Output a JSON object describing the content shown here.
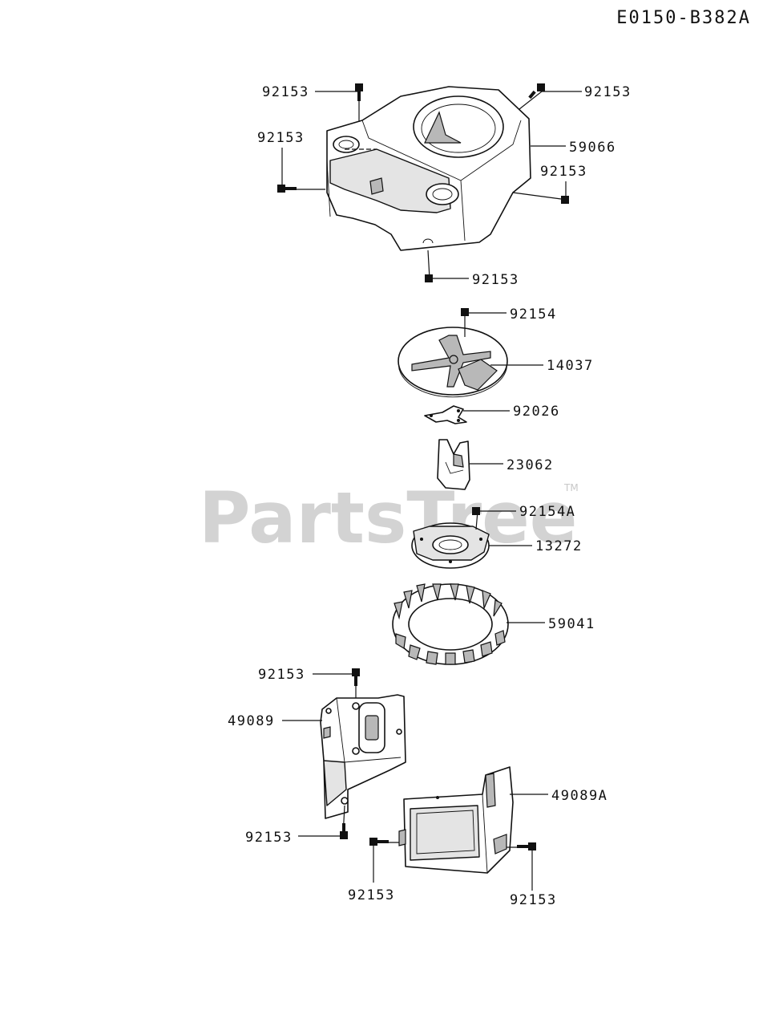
{
  "diagram_code": "E0150-B382A",
  "watermark": {
    "text": "PartsTree",
    "trademark": "TM"
  },
  "callouts": [
    {
      "id": "c1",
      "label": "92153"
    },
    {
      "id": "c2",
      "label": "92153"
    },
    {
      "id": "c3",
      "label": "92153"
    },
    {
      "id": "c4",
      "label": "59066"
    },
    {
      "id": "c5",
      "label": "92153"
    },
    {
      "id": "c6",
      "label": "92153"
    },
    {
      "id": "c7",
      "label": "92154"
    },
    {
      "id": "c8",
      "label": "14037"
    },
    {
      "id": "c9",
      "label": "92026"
    },
    {
      "id": "c10",
      "label": "23062"
    },
    {
      "id": "c11",
      "label": "92154A"
    },
    {
      "id": "c12",
      "label": "13272"
    },
    {
      "id": "c13",
      "label": "59041"
    },
    {
      "id": "c14",
      "label": "92153"
    },
    {
      "id": "c15",
      "label": "49089"
    },
    {
      "id": "c16",
      "label": "49089A"
    },
    {
      "id": "c17",
      "label": "92153"
    },
    {
      "id": "c18",
      "label": "92153"
    },
    {
      "id": "c19",
      "label": "92153"
    }
  ]
}
